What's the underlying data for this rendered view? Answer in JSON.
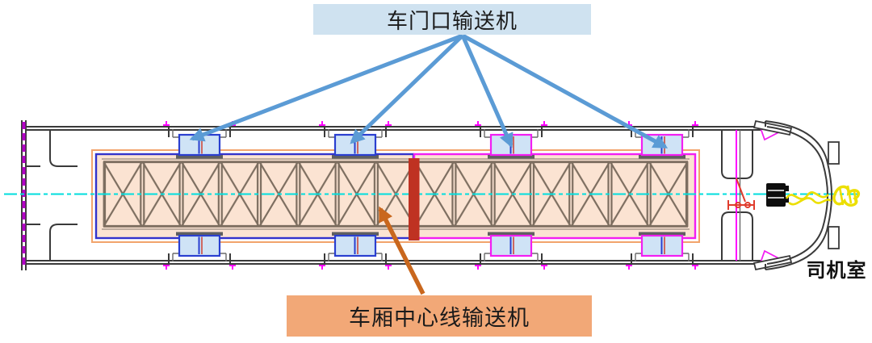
{
  "annotations": {
    "door_conveyor_label": "车门口输送机",
    "center_conveyor_label": "车厢中心线输送机",
    "driver_cab_label": "司机室"
  },
  "diagram": {
    "type": "train-car-top-view-cad",
    "door_conveyor_count": 4,
    "truss_panel_count": 15,
    "left_section_border": "blue",
    "right_section_border": "magenta"
  },
  "colors": {
    "label_blue_bg": "#cfe2f0",
    "label_orange_bg": "#f2a877",
    "arrow_blue": "#5b9bd5",
    "arrow_orange": "#c9671d",
    "conveyor_fill": "#fbe3d2",
    "conveyor_outer_orange": "#f2a46c",
    "conveyor_left_blue": "#3232cc",
    "conveyor_right_magenta": "#f21ef2",
    "truss_brown": "#7d6e60",
    "centerline_cyan": "#00dede",
    "divider_red": "#bf3222",
    "door_fill": "#cfe3f6",
    "door_border_blue": "#2a3fd0",
    "door_border_magenta": "#f21ef2",
    "body_dark": "#3a3a3a",
    "pocket_magenta": "#ff00ff",
    "mech_red": "#e03c2d",
    "coupler_yellow": "#ecdf00"
  }
}
